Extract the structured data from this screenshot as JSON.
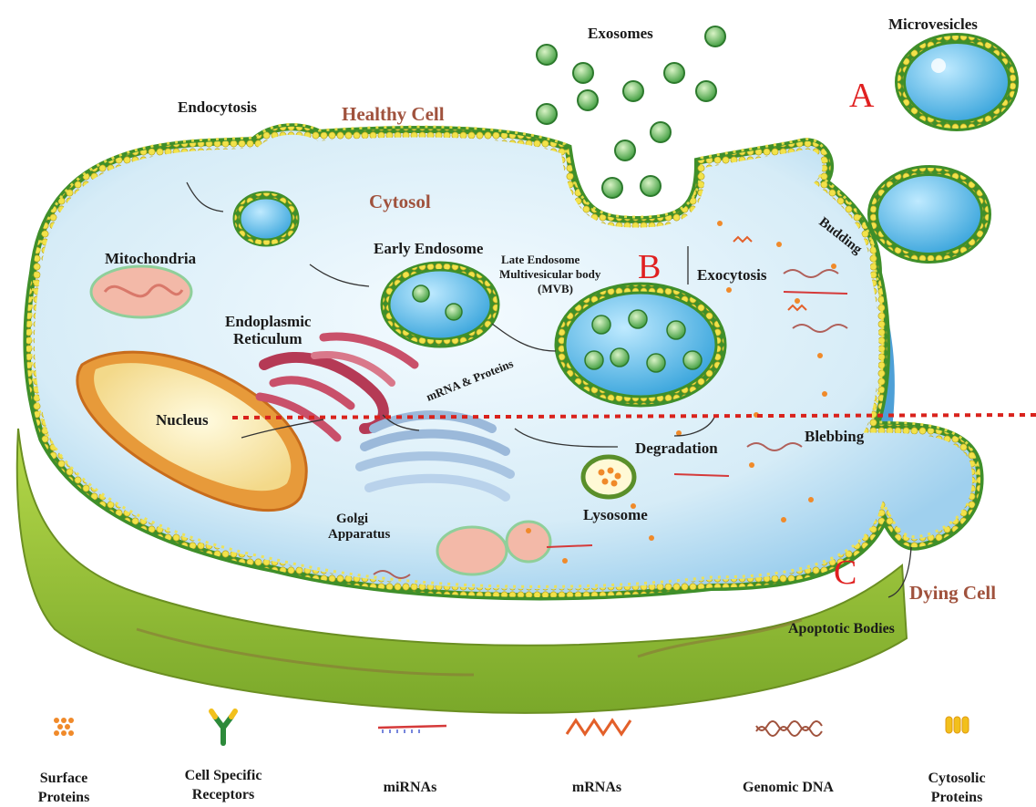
{
  "labels": {
    "exosomes": "Exosomes",
    "microvesicles": "Microvesicles",
    "endocytosis": "Endocytosis",
    "healthy_cell": "Healthy Cell",
    "cytosol": "Cytosol",
    "mitochondria": "Mitochondria",
    "early_endosome": "Early Endosome",
    "late_endosome_1": "Late Endosome",
    "late_endosome_2": "Multivesicular body",
    "late_endosome_3": "(MVB)",
    "exocytosis": "Exocytosis",
    "budding": "Budding",
    "er_1": "Endoplasmic",
    "er_2": "Reticulum",
    "mrna_proteins": "mRNA & Proteins",
    "nucleus": "Nucleus",
    "degradation": "Degradation",
    "blebbing": "Blebbing",
    "golgi_1": "Golgi",
    "golgi_2": "Apparatus",
    "lysosome": "Lysosome",
    "dying_cell": "Dying Cell",
    "apoptotic_bodies": "Apoptotic Bodies",
    "letter_a": "A",
    "letter_b": "B",
    "letter_c": "C"
  },
  "legend": [
    {
      "icon": "surface-protein-icon",
      "line1": "Surface",
      "line2": "Proteins"
    },
    {
      "icon": "receptor-icon",
      "line1": "Cell Specific",
      "line2": "Receptors"
    },
    {
      "icon": "mirna-icon",
      "line1": "miRNAs",
      "line2": ""
    },
    {
      "icon": "mrna-icon",
      "line1": "mRNAs",
      "line2": ""
    },
    {
      "icon": "genomic-dna-icon",
      "line1": "Genomic DNA",
      "line2": ""
    },
    {
      "icon": "cytosolic-protein-icon",
      "line1": "Cytosolic",
      "line2": "Proteins"
    }
  ],
  "colors": {
    "membrane_green": "#3f8f2a",
    "membrane_bead": "#f2e24a",
    "cytosol_blue": "#d8eef8",
    "deep_blue": "#1f7fc4",
    "label_brown": "#a0523d",
    "letter_red": "#e02020",
    "divider_red": "#d9221c"
  }
}
